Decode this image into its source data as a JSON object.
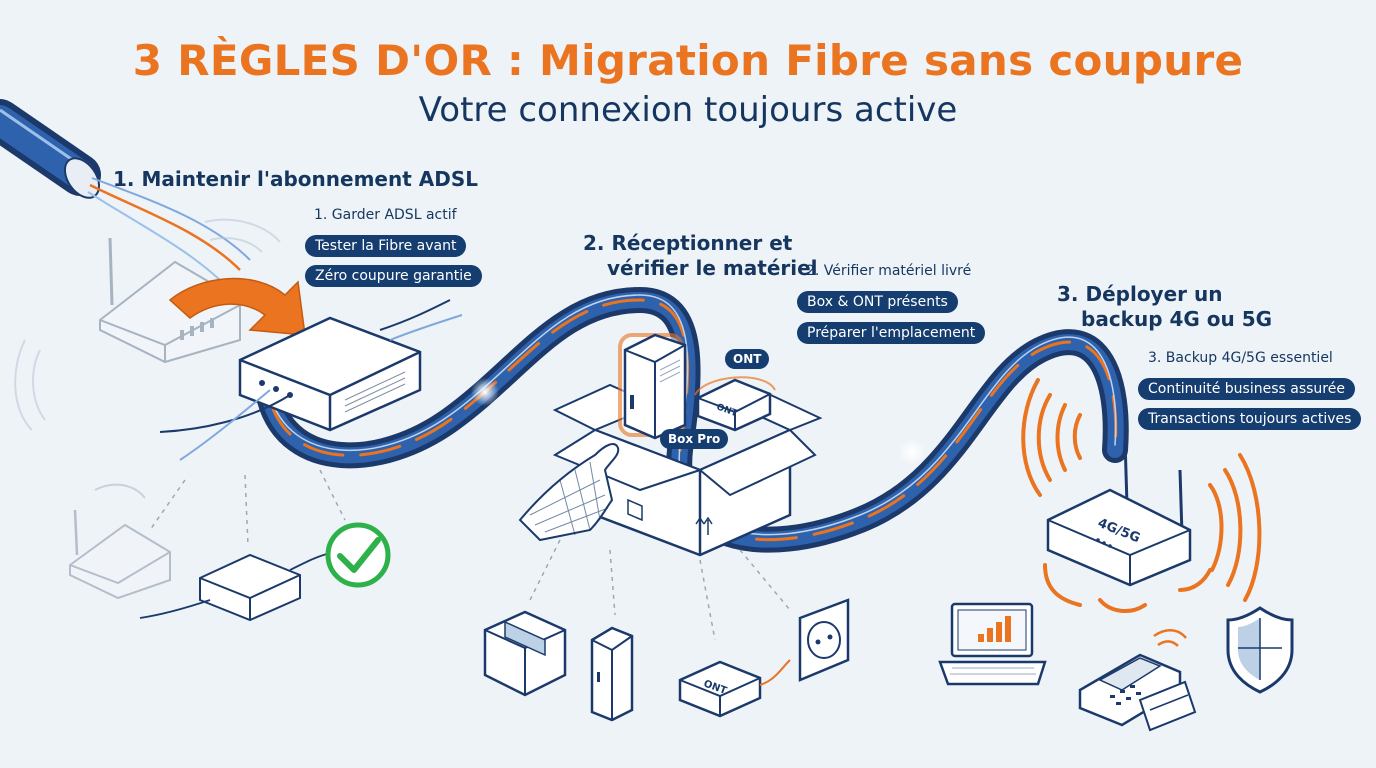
{
  "title": "3 RÈGLES D'OR : Migration Fibre sans coupure",
  "subtitle": "Votre connexion toujours active",
  "steps": [
    {
      "heading": "1. Maintenir l'abonnement ADSL",
      "subheading": "1. Garder ADSL actif",
      "pills": [
        "Tester la Fibre avant",
        "Zéro coupure garantie"
      ]
    },
    {
      "heading_line1": "2. Réceptionner et",
      "heading_line2": "vérifier le matériel",
      "subheading": "2. Vérifier matériel livré",
      "pills": [
        "Box & ONT présents",
        "Préparer l'emplacement"
      ]
    },
    {
      "heading_line1": "3. Déployer un",
      "heading_line2": "backup 4G ou 5G",
      "subheading": "3. Backup 4G/5G essentiel",
      "pills": [
        "Continuité business assurée",
        "Transactions toujours actives"
      ]
    }
  ],
  "labels": {
    "ont_tag": "ONT",
    "box_pro_tag": "Box Pro",
    "ont_device": "ONT",
    "ont_device_small": "ONT",
    "router_4g5g": "4G/5G"
  },
  "colors": {
    "orange": "#ea7420",
    "navy": "#15365f",
    "pill": "#153d70",
    "green": "#2eb04a",
    "line": "#5a6f8c"
  },
  "icons": [
    "fiber-cable-icon",
    "adsl-router-icon",
    "fiber-box-icon",
    "check-icon",
    "open-box-icon",
    "box-pro-icon",
    "ont-icon",
    "hand-icon",
    "package-icon",
    "power-socket-icon",
    "router-4g5g-icon",
    "laptop-icon",
    "payment-terminal-icon",
    "shield-icon"
  ]
}
